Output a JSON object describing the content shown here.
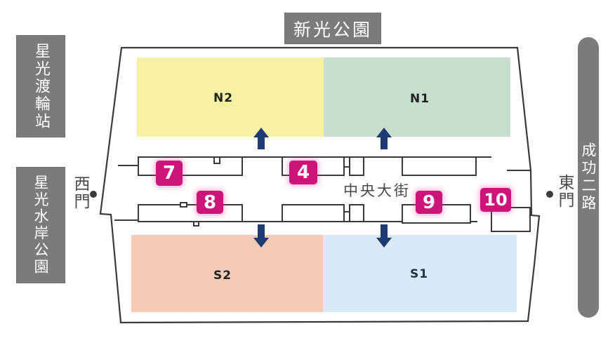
{
  "signs": {
    "park_north": "新光公園",
    "ferry_station": "星光渡輪站",
    "waterfront_park": "星光水岸公園",
    "road_east": "成功二路"
  },
  "gates": {
    "west": "西門",
    "east": "東門"
  },
  "streets": {
    "central": "中央大街"
  },
  "zones": [
    {
      "id": "N2",
      "label": "N2",
      "color": "#f6f1a3"
    },
    {
      "id": "N1",
      "label": "N1",
      "color": "#c8dfcd"
    },
    {
      "id": "S2",
      "label": "S2",
      "color": "#f4cbb5"
    },
    {
      "id": "S1",
      "label": "S1",
      "color": "#d9eaf6"
    }
  ],
  "markers": [
    {
      "label": "7"
    },
    {
      "label": "4"
    },
    {
      "label": "8"
    },
    {
      "label": "9"
    },
    {
      "label": "10"
    }
  ],
  "colors": {
    "marker": "#cc1479",
    "arrow": "#1e3a72",
    "sign_bg": "#7b7b7b",
    "outline": "#3a3a3a"
  }
}
